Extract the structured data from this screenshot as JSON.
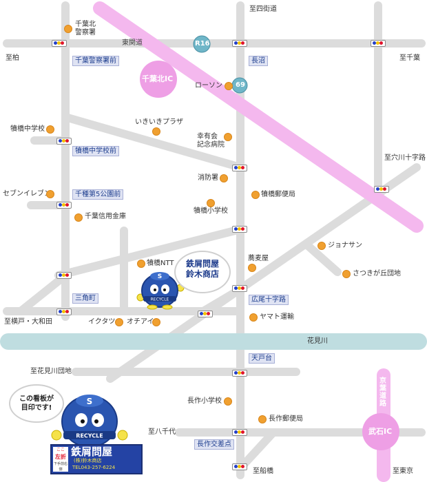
{
  "roads": {
    "r16_badge": "R16",
    "r69_badge": "69",
    "chiba_kita_ic": "千葉北IC",
    "takeishi_ic": "武石IC",
    "tokando": "東関道",
    "keiyo_doro": "京葉道路",
    "river": "花見川"
  },
  "directions": {
    "shishikaido": "至四街道",
    "kashiwa": "至柏",
    "chiba": "至千葉",
    "anagawa": "至穴川十字路",
    "yokodo": "至横戸・大和田",
    "hanamigawa_danchi": "至花見川団地",
    "yachiyo": "至八千代",
    "makuhari": "至船橋",
    "tokyo": "至東京"
  },
  "intersections": {
    "chiba_police": "千葉警察署前",
    "naganuma": "長沼",
    "tsunohashi_jh": "犢橋中学校前",
    "park5": "千種第5公園前",
    "sankakucho": "三角町",
    "hiroo": "広尾十字路",
    "amatodai": "天戸台",
    "nagasaku": "長作交差点"
  },
  "poi": {
    "police": "千葉北\n警察署",
    "lawson": "ローソン",
    "ikiiki": "いきいきプラザ",
    "koyukai": "幸有会\n記念病院",
    "jh": "犢橋中学校",
    "fire": "消防署",
    "post": "犢橋郵便局",
    "seven": "セブンイレブン",
    "es": "犢橋小学校",
    "shinkin": "千葉信用金庫",
    "jonathan": "ジョナサン",
    "ntt": "犢橋NTT",
    "soba": "蕎麦屋",
    "satsukigaoka": "さつきが丘団地",
    "ikutatsu": "イクタツ",
    "ochiai": "オチアイ",
    "yamato": "ヤマト運輸",
    "nagasaku_es": "長作小学校",
    "nagasaku_post": "長作郵便局"
  },
  "store": {
    "bubble_line1": "鉄屑問屋",
    "bubble_line2": "鈴木商店",
    "robot_label": "RECYCLE",
    "big_robot_label": "RECYCLE",
    "callout": "この看板が\n目印です!",
    "sign_title": "鉄屑問屋",
    "sign_company": "(株)鈴木商店",
    "sign_tel": "TEL043-257-6224",
    "sign_left_top": "ここ",
    "sign_left_mid": "左折",
    "sign_left_bot": "下手前右側"
  },
  "colors": {
    "road": "#dcdcdc",
    "highway": "#f4b8ee",
    "river": "#bfdde0",
    "poi": "#f0a030",
    "box_text": "#1f3f8f",
    "robot": "#2a55b0"
  }
}
